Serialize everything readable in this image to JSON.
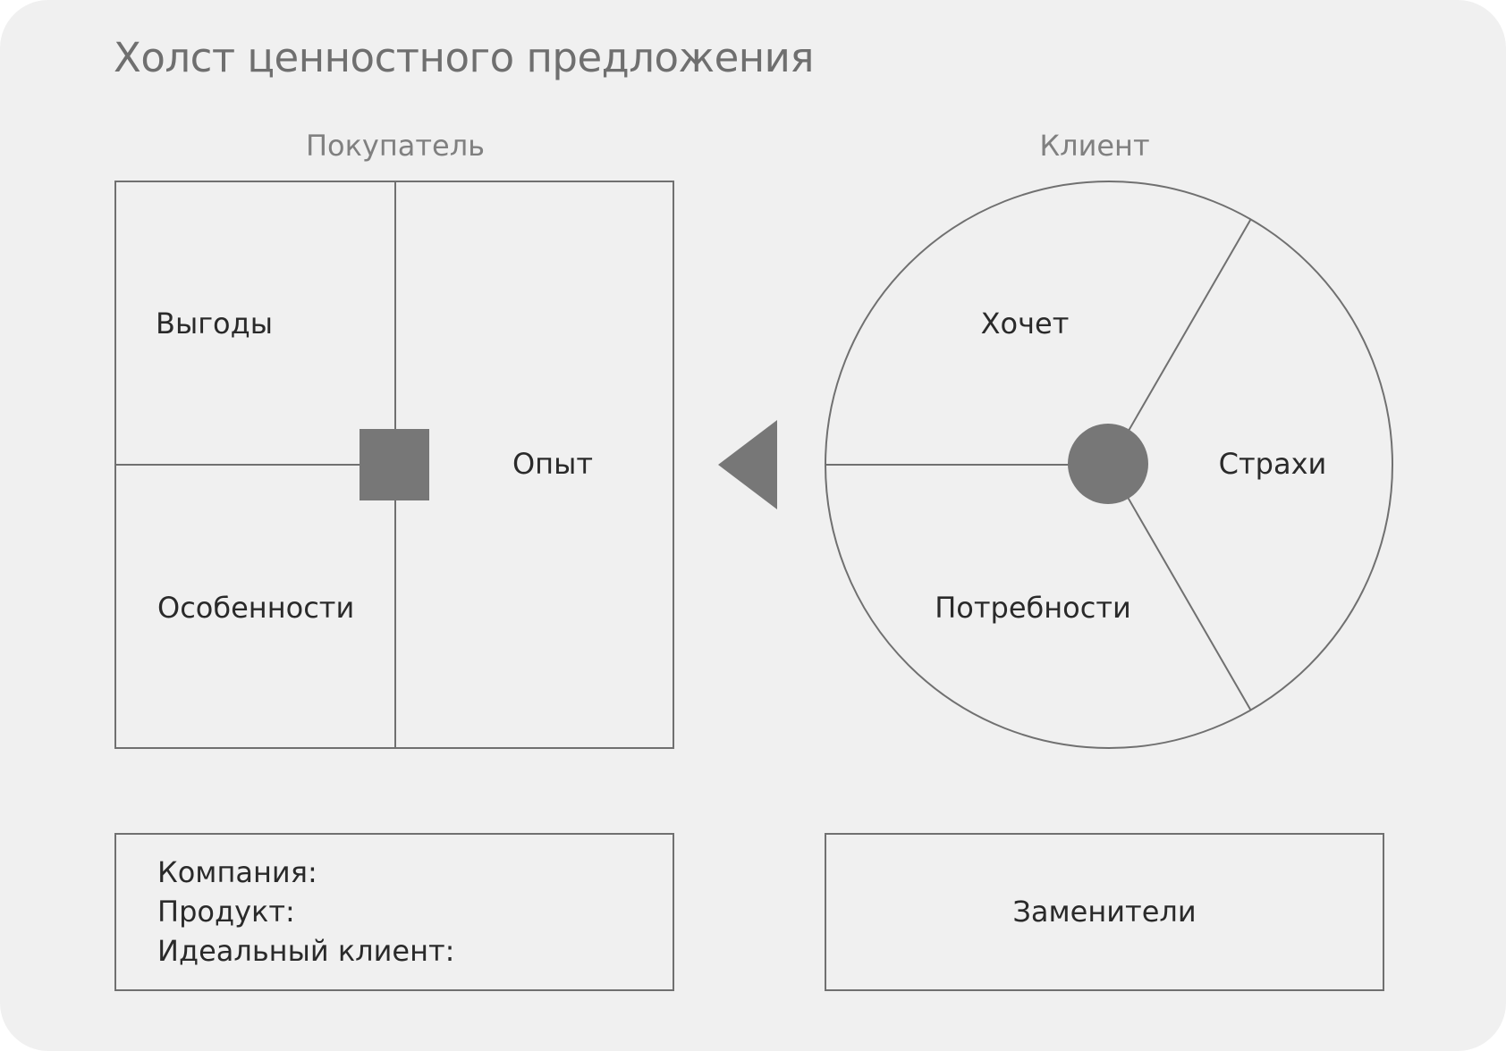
{
  "title": "Холст ценностного предложения",
  "buyer": {
    "heading": "Покупатель",
    "benefits": "Выгоды",
    "features": "Особенности",
    "experience": "Опыт"
  },
  "client": {
    "heading": "Клиент",
    "wants": "Хочет",
    "fears": "Страхи",
    "needs": "Потребности"
  },
  "info": {
    "company": "Компания:",
    "product": "Продукт:",
    "ideal_client": "Идеальный клиент:"
  },
  "substitutes": {
    "label": "Заменители"
  },
  "colors": {
    "background": "#f0f0f0",
    "line": "#707070",
    "fill": "#777777",
    "title": "#6f6f6f",
    "text": "#2a2a2a"
  }
}
